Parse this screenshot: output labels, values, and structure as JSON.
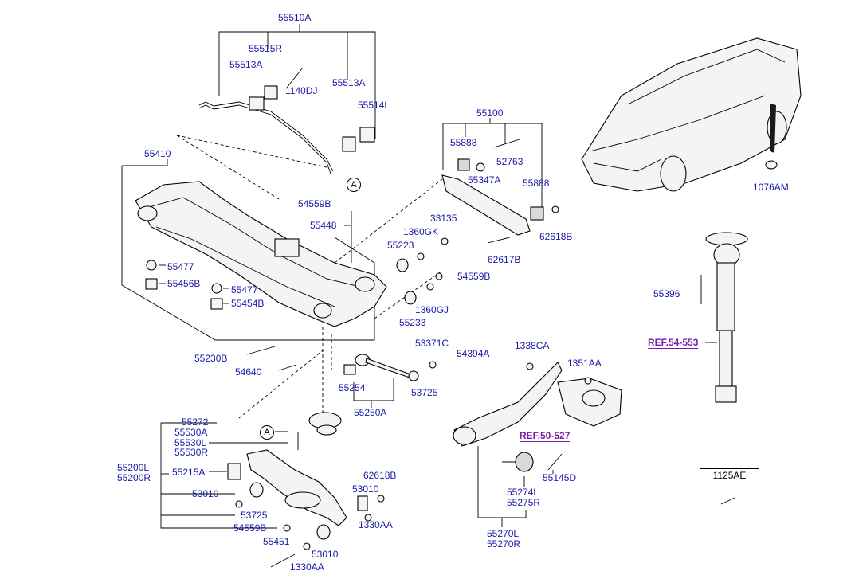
{
  "labels": {
    "l55510A": "55510A",
    "l55515R": "55515R",
    "l55513A_1": "55513A",
    "l1140DJ": "1140DJ",
    "l55513A_2": "55513A",
    "l55514L": "55514L",
    "l55100": "55100",
    "l55888_1": "55888",
    "l52763": "52763",
    "l55347A": "55347A",
    "l55888_2": "55888",
    "l62618B_1": "62618B",
    "l62617B": "62617B",
    "l33135": "33135",
    "l1360GK": "1360GK",
    "l55223": "55223",
    "l54559B_1": "54559B",
    "l1360GJ": "1360GJ",
    "l55233": "55233",
    "l55410": "55410",
    "l54559B_2": "54559B",
    "l55448": "55448",
    "l55477_1": "55477",
    "l55456B": "55456B",
    "l55477_2": "55477",
    "l55454B": "55454B",
    "l55230B": "55230B",
    "l54640": "54640",
    "l53371C": "53371C",
    "l54394A": "54394A",
    "l55254": "55254",
    "l53725_1": "53725",
    "l55250A": "55250A",
    "l1338CA": "1338CA",
    "l1351AA": "1351AA",
    "l55272": "55272",
    "l55530A": "55530A",
    "l55530L": "55530L",
    "l55530R": "55530R",
    "l55200L": "55200L",
    "l55200R": "55200R",
    "l55215A": "55215A",
    "l62618B_2": "62618B",
    "l53010_1": "53010",
    "l53010_2": "53010",
    "l53725_2": "53725",
    "l1330AA_1": "1330AA",
    "l54559B_3": "54559B",
    "l55451": "55451",
    "l53010_3": "53010",
    "l1330AA_2": "1330AA",
    "l55274L": "55274L",
    "l55275R": "55275R",
    "l55145D": "55145D",
    "l55270L": "55270L",
    "l55270R": "55270R",
    "l1076AM": "1076AM",
    "l55396": "55396",
    "l1125AE": "1125AE"
  },
  "refs": {
    "ref1": "REF.54-553",
    "ref2": "REF.50-527"
  },
  "callouts": {
    "a1": "A",
    "a2": "A"
  }
}
